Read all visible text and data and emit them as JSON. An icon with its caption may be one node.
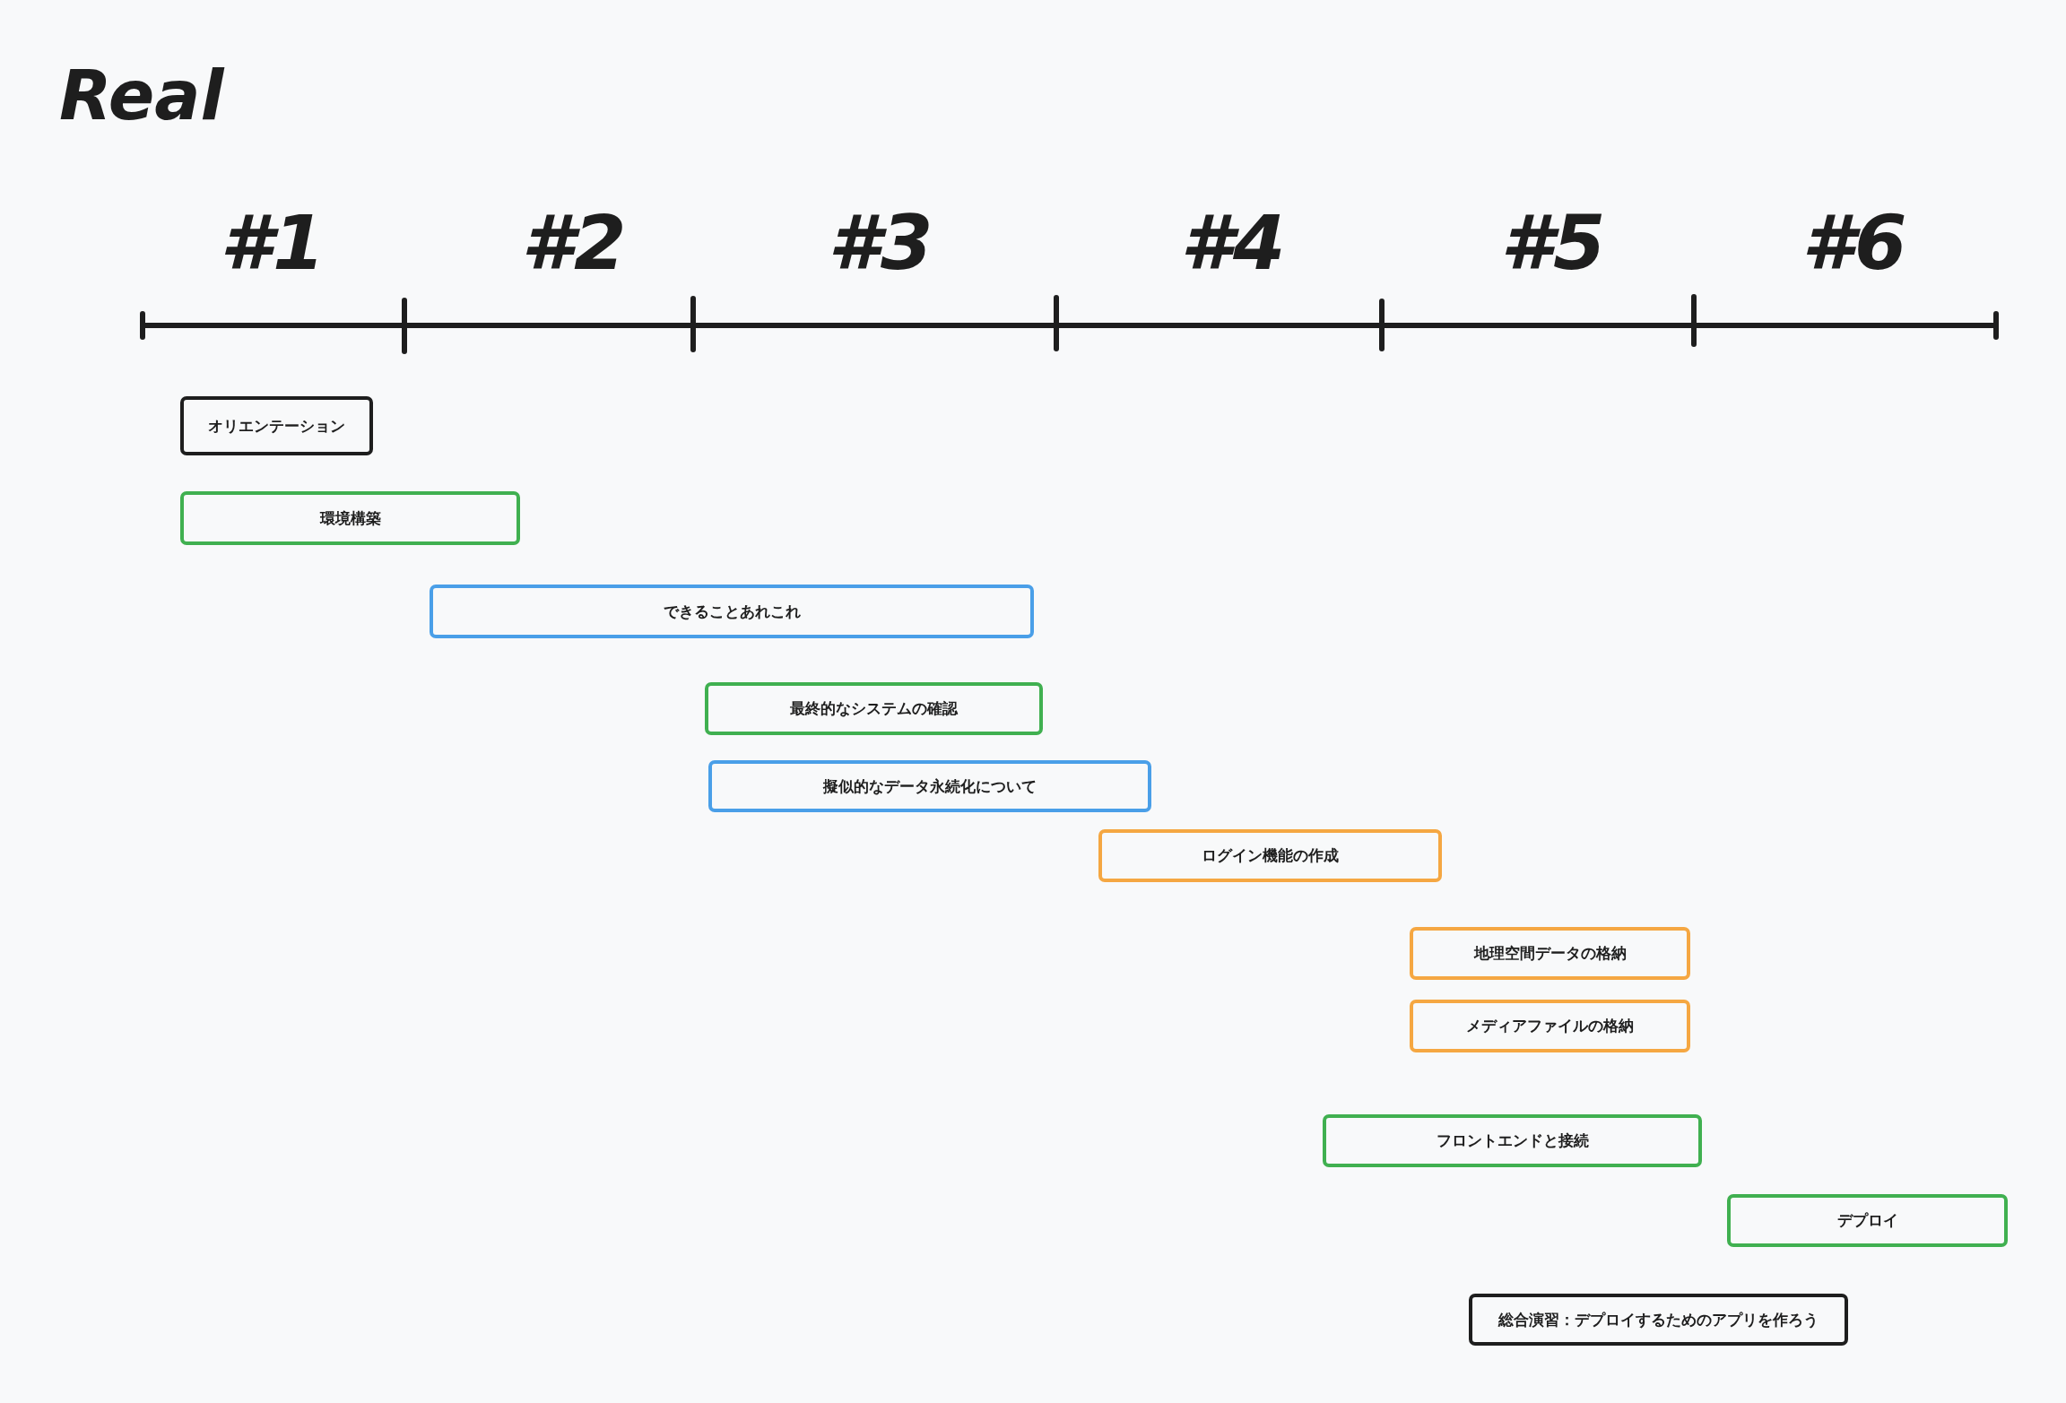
{
  "diagram": {
    "title": "Real",
    "nodes": [
      {
        "text": [
          "オリエンテーション"
        ]
      },
      {
        "text": [
          "環境構築"
        ]
      },
      {
        "text": [
          "できることあれこれ"
        ]
      },
      {
        "text": [
          "最終的なシステムの確認"
        ]
      },
      {
        "text": [
          "擬似的なデータ永続化について"
        ]
      },
      {
        "text": [
          "ログイン機能の作成"
        ]
      },
      {
        "text": [
          "地理空間データの格納"
        ]
      },
      {
        "text": [
          "メディアファイルの格納"
        ]
      },
      {
        "text": [
          "フロントエンドと接続"
        ]
      },
      {
        "text": [
          "デプロイ"
        ]
      },
      {
        "text": [
          "総合演習：デプロイするためのアプリを作ろう"
        ]
      }
    ],
    "edges": [],
    "labels": [
      "#1",
      "#2",
      "#3",
      "#4",
      "#5",
      "#6"
    ]
  }
}
